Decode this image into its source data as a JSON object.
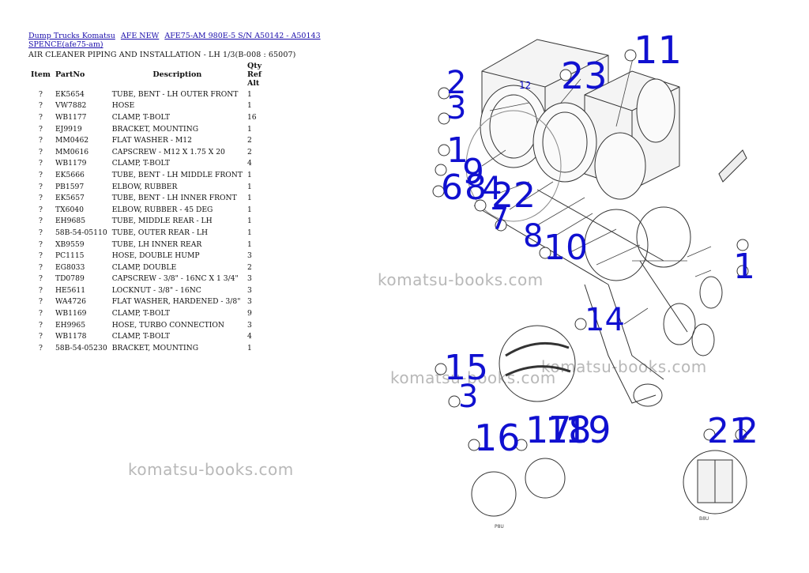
{
  "breadcrumbs": [
    "Dump Trucks Komatsu",
    "AFE NEW",
    "AFE75-AM 980E-5 S/N A50142 - A50143 SPENCE(afe75-am)"
  ],
  "page_heading": "AIR CLEANER PIPING AND INSTALLATION - LH 1/3(B-008 : 65007)",
  "table": {
    "headers": [
      "Item",
      "PartNo",
      "Description",
      "Qty Ref Alt"
    ],
    "rows": [
      {
        "item": "?",
        "part": "EK5654",
        "desc": "TUBE, BENT - LH OUTER FRONT",
        "qty": "1"
      },
      {
        "item": "?",
        "part": "VW7882",
        "desc": "HOSE",
        "qty": "1"
      },
      {
        "item": "?",
        "part": "WB1177",
        "desc": "CLAMP, T-BOLT",
        "qty": "16"
      },
      {
        "item": "?",
        "part": "EJ9919",
        "desc": "BRACKET, MOUNTING",
        "qty": "1"
      },
      {
        "item": "?",
        "part": "MM0462",
        "desc": "FLAT WASHER - M12",
        "qty": "2"
      },
      {
        "item": "?",
        "part": "MM0616",
        "desc": "CAPSCREW - M12 X 1.75 X 20",
        "qty": "2"
      },
      {
        "item": "?",
        "part": "WB1179",
        "desc": "CLAMP, T-BOLT",
        "qty": "4"
      },
      {
        "item": "?",
        "part": "EK5666",
        "desc": "TUBE, BENT - LH MIDDLE FRONT",
        "qty": "1"
      },
      {
        "item": "?",
        "part": "PB1597",
        "desc": "ELBOW, RUBBER",
        "qty": "1"
      },
      {
        "item": "?",
        "part": "EK5657",
        "desc": "TUBE, BENT - LH INNER FRONT",
        "qty": "1"
      },
      {
        "item": "?",
        "part": "TX6040",
        "desc": "ELBOW, RUBBER - 45 DEG",
        "qty": "1"
      },
      {
        "item": "?",
        "part": "EH9685",
        "desc": "TUBE, MIDDLE REAR - LH",
        "qty": "1"
      },
      {
        "item": "?",
        "part": "58B-54-05110",
        "desc": "TUBE, OUTER REAR - LH",
        "qty": "1"
      },
      {
        "item": "?",
        "part": "XB9559",
        "desc": "TUBE, LH INNER REAR",
        "qty": "1"
      },
      {
        "item": "?",
        "part": "PC1115",
        "desc": "HOSE, DOUBLE HUMP",
        "qty": "3"
      },
      {
        "item": "?",
        "part": "EG8033",
        "desc": "CLAMP, DOUBLE",
        "qty": "2"
      },
      {
        "item": "?",
        "part": "TD0789",
        "desc": "CAPSCREW - 3/8\" - 16NC X 1 3/4\"",
        "qty": "3"
      },
      {
        "item": "?",
        "part": "HE5611",
        "desc": "LOCKNUT - 3/8\" - 16NC",
        "qty": "3"
      },
      {
        "item": "?",
        "part": "WA4726",
        "desc": "FLAT WASHER, HARDENED - 3/8\"",
        "qty": "3"
      },
      {
        "item": "?",
        "part": "WB1169",
        "desc": "CLAMP, T-BOLT",
        "qty": "9"
      },
      {
        "item": "?",
        "part": "EH9965",
        "desc": "HOSE, TURBO CONNECTION",
        "qty": "3"
      },
      {
        "item": "?",
        "part": "WB1178",
        "desc": "CLAMP, T-BOLT",
        "qty": "4"
      },
      {
        "item": "?",
        "part": "58B-54-05230",
        "desc": "BRACKET, MOUNTING",
        "qty": "1"
      }
    ]
  },
  "watermark": "komatsu-books.com",
  "diagram": {
    "callouts": [
      "11",
      "23",
      "2",
      "3",
      "12",
      "1",
      "9",
      "6",
      "8",
      "4",
      "22",
      "7",
      "8",
      "10",
      "1",
      "14",
      "15",
      "3",
      "16",
      "17",
      "18",
      "19",
      "21",
      "2"
    ],
    "small_labels": [
      "P8U",
      "B8U"
    ],
    "accent_color": "#1010d0"
  }
}
